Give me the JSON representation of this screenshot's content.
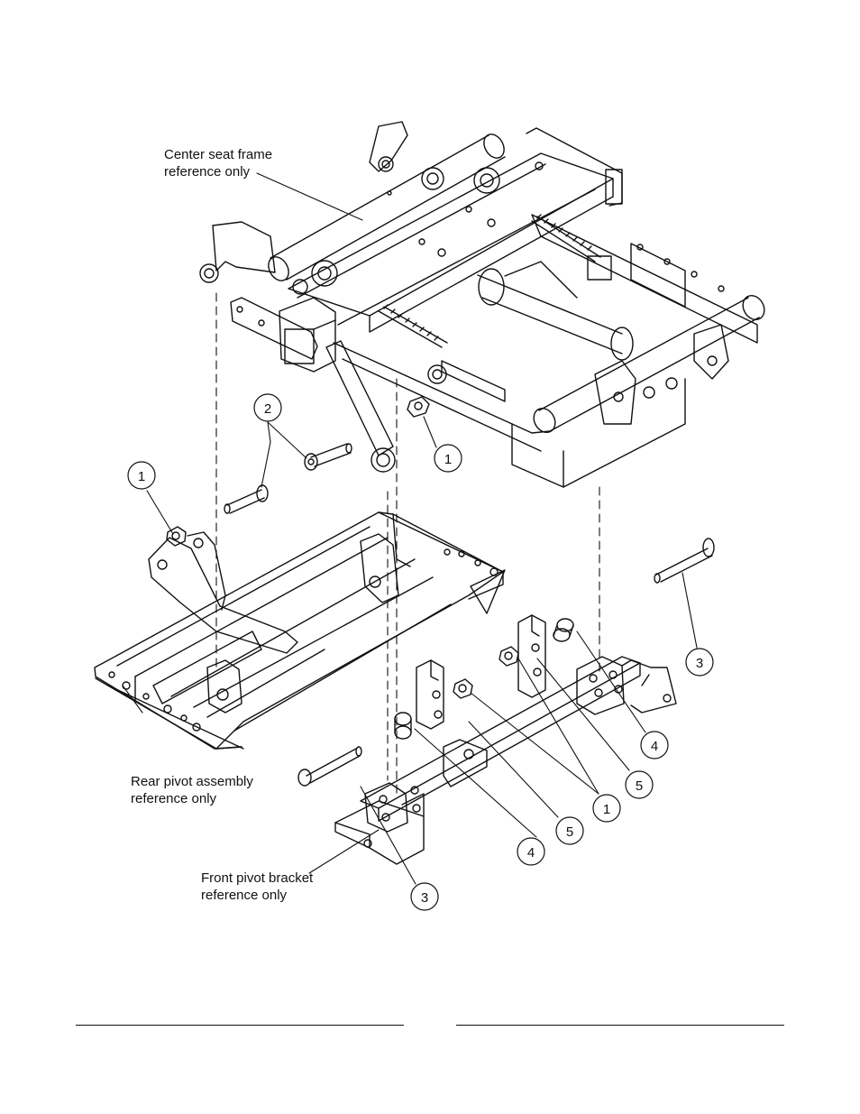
{
  "labels": {
    "center_seat_frame": [
      "Center seat frame",
      "reference only"
    ],
    "rear_pivot": [
      "Rear pivot assembly",
      "reference only"
    ],
    "front_pivot": [
      "Front pivot bracket",
      "reference only"
    ]
  },
  "callouts": {
    "c1a": "1",
    "c1b": "1",
    "c1c": "1",
    "c2": "2",
    "c3a": "3",
    "c3b": "3",
    "c4a": "4",
    "c4b": "4",
    "c5a": "5",
    "c5b": "5"
  }
}
